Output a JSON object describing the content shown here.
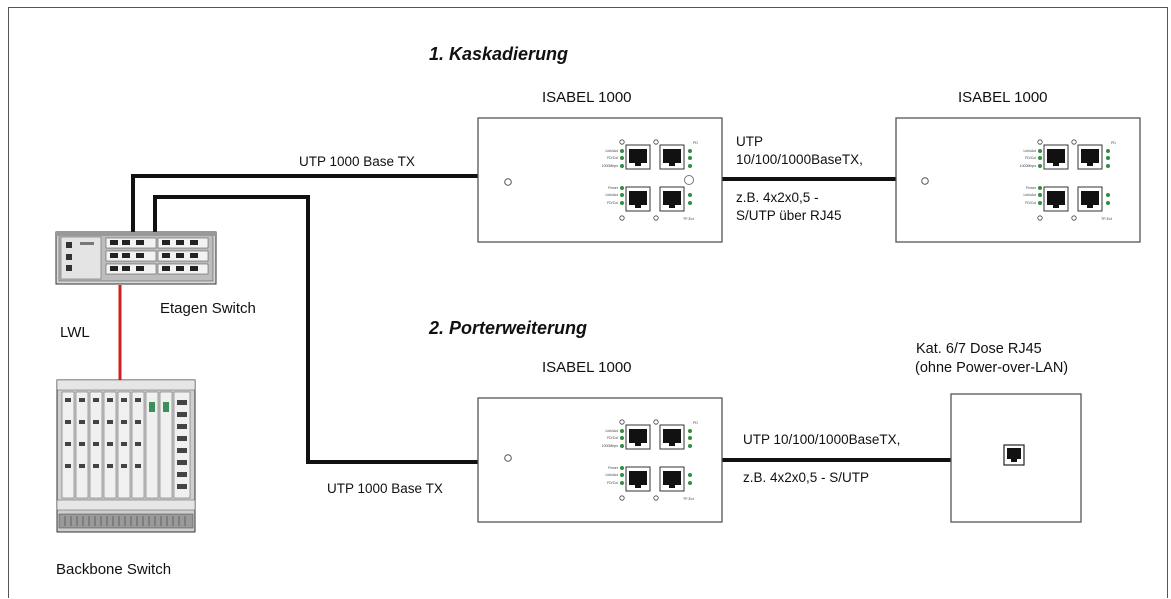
{
  "headings": {
    "kaskadierung": "1. Kaskadierung",
    "porterweiterung": "2. Porterweiterung"
  },
  "devices": {
    "isabel_top_left": "ISABEL 1000",
    "isabel_top_right": "ISABEL 1000",
    "isabel_bottom": "ISABEL 1000",
    "etagen_switch": "Etagen Switch",
    "backbone_switch": "Backbone Switch",
    "dose_line1": "Kat. 6/7 Dose RJ45",
    "dose_line2": "(ohne Power-over-LAN)"
  },
  "links": {
    "utp_top": "UTP 1000 Base TX",
    "utp_bottom": "UTP 1000 Base TX",
    "lwl": "LWL",
    "casc_line1": "UTP",
    "casc_line2": "10/100/1000BaseTX,",
    "casc_line3": "z.B. 4x2x0,5 -",
    "casc_line4": "S/UTP über RJ45",
    "port_line1": "UTP 10/100/1000BaseTX,",
    "port_line2": "z.B. 4x2x0,5 - S/UTP"
  },
  "port_labels": {
    "linkact": "Link/Act",
    "fdcol": "FD/Col",
    "mbps": "1000Mbps",
    "power": "Power",
    "pd": "PD",
    "tpext": "TP-Ext"
  },
  "colors": {
    "cable": "#111111",
    "fiber": "#d21f1f",
    "device_border": "#555555",
    "led_green": "#2f8f3f"
  }
}
